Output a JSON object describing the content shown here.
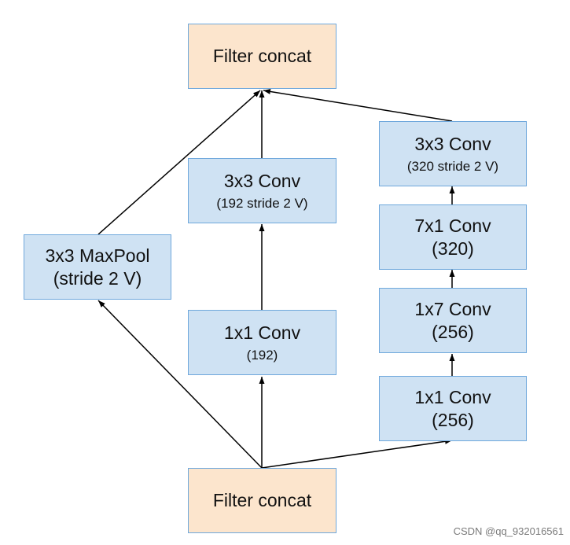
{
  "nodes": {
    "filter_concat_top": {
      "title": "Filter concat"
    },
    "filter_concat_bottom": {
      "title": "Filter concat"
    },
    "maxpool": {
      "line1": "3x3 MaxPool",
      "line2": "(stride 2 V)"
    },
    "mid_conv3x3": {
      "title": "3x3 Conv",
      "sub": "(192 stride 2 V)"
    },
    "mid_conv1x1": {
      "title": "1x1 Conv",
      "sub": "(192)"
    },
    "right_conv3x3": {
      "title": "3x3 Conv",
      "sub": "(320 stride 2 V)"
    },
    "right_conv7x1": {
      "line1": "7x1 Conv",
      "line2": "(320)"
    },
    "right_conv1x7": {
      "line1": "1x7 Conv",
      "line2": "(256)"
    },
    "right_conv1x1": {
      "line1": "1x1 Conv",
      "line2": "(256)"
    }
  },
  "colors": {
    "block_fill": "#cfe2f3",
    "block_border": "#6fa8dc",
    "concat_fill": "#fce5cd",
    "arrow": "#000000"
  },
  "watermark": "CSDN @qq_932016561"
}
